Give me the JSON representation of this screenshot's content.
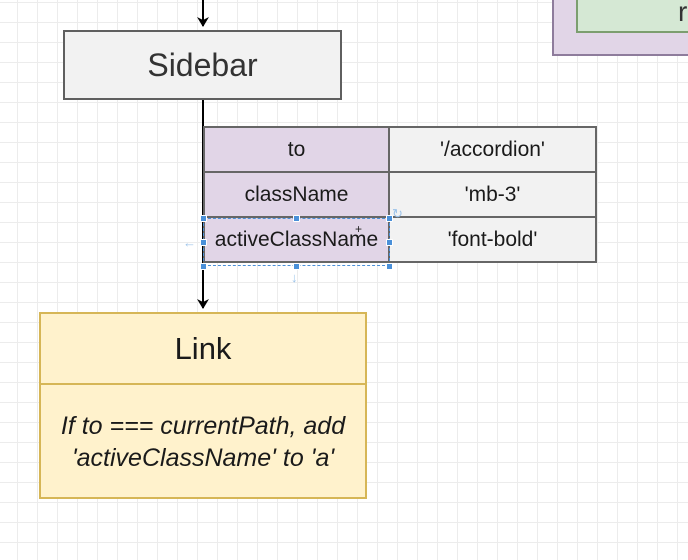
{
  "sidebar": {
    "label": "Sidebar"
  },
  "props": [
    {
      "key": "to",
      "value": "'/accordion'"
    },
    {
      "key": "className",
      "value": "'mb-3'"
    },
    {
      "key": "activeClassName",
      "value": "'font-bold'"
    }
  ],
  "link": {
    "title": "Link",
    "description_line1": "If to === currentPath, add",
    "description_line2": "'activeClassName' to 'a'"
  },
  "corner_node": {
    "label": "r"
  },
  "colors": {
    "sidebar_fill": "#f2f2f2",
    "prop_key_fill": "#e1d5e7",
    "prop_value_fill": "#f2f2f2",
    "link_fill": "#fff2cc",
    "link_border": "#d6b656",
    "corner_outer_fill": "#e1d5e7",
    "corner_inner_fill": "#d5e8d4",
    "selection": "#4a90d9"
  }
}
